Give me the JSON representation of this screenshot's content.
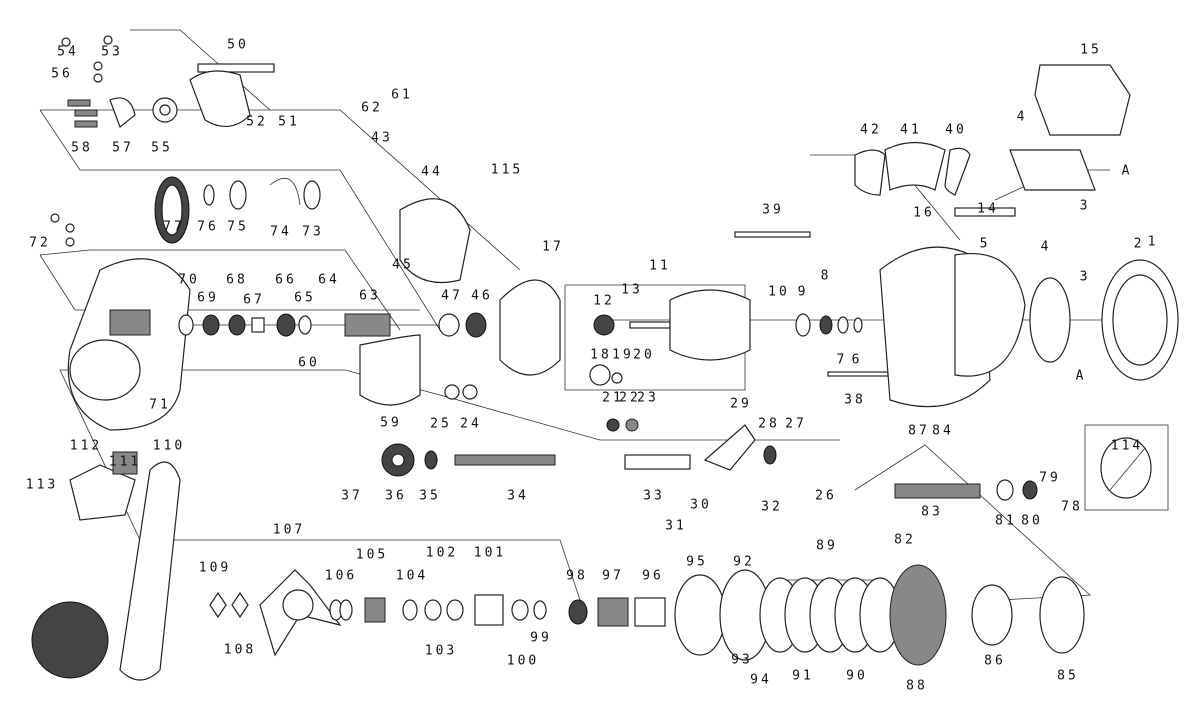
{
  "title": "Exploded parts diagram",
  "part_labels": [
    "54",
    "53",
    "50",
    "56",
    "58",
    "57",
    "55",
    "52",
    "51",
    "62",
    "61",
    "43",
    "44",
    "115",
    "15",
    "42",
    "41",
    "40",
    "4",
    "A",
    "14",
    "16",
    "3",
    "2",
    "3",
    "39",
    "17",
    "11",
    "77",
    "76",
    "75",
    "74",
    "73",
    "72",
    "70",
    "69",
    "68",
    "67",
    "66",
    "65",
    "64",
    "63",
    "47",
    "46",
    "45",
    "12",
    "13",
    "10",
    "9",
    "8",
    "7",
    "6",
    "5",
    "4",
    "1",
    "A",
    "38",
    "60",
    "59",
    "71",
    "18",
    "19",
    "20",
    "25",
    "24",
    "21",
    "22",
    "23",
    "29",
    "28",
    "27",
    "26",
    "87",
    "84",
    "114",
    "79",
    "78",
    "37",
    "36",
    "35",
    "34",
    "33",
    "32",
    "31",
    "30",
    "83",
    "81",
    "80",
    "82",
    "112",
    "111",
    "110",
    "113",
    "107",
    "109",
    "108",
    "106",
    "105",
    "104",
    "102",
    "101",
    "103",
    "100",
    "99",
    "98",
    "97",
    "96",
    "95",
    "92",
    "89",
    "93",
    "94",
    "91",
    "90",
    "88",
    "86",
    "85"
  ]
}
